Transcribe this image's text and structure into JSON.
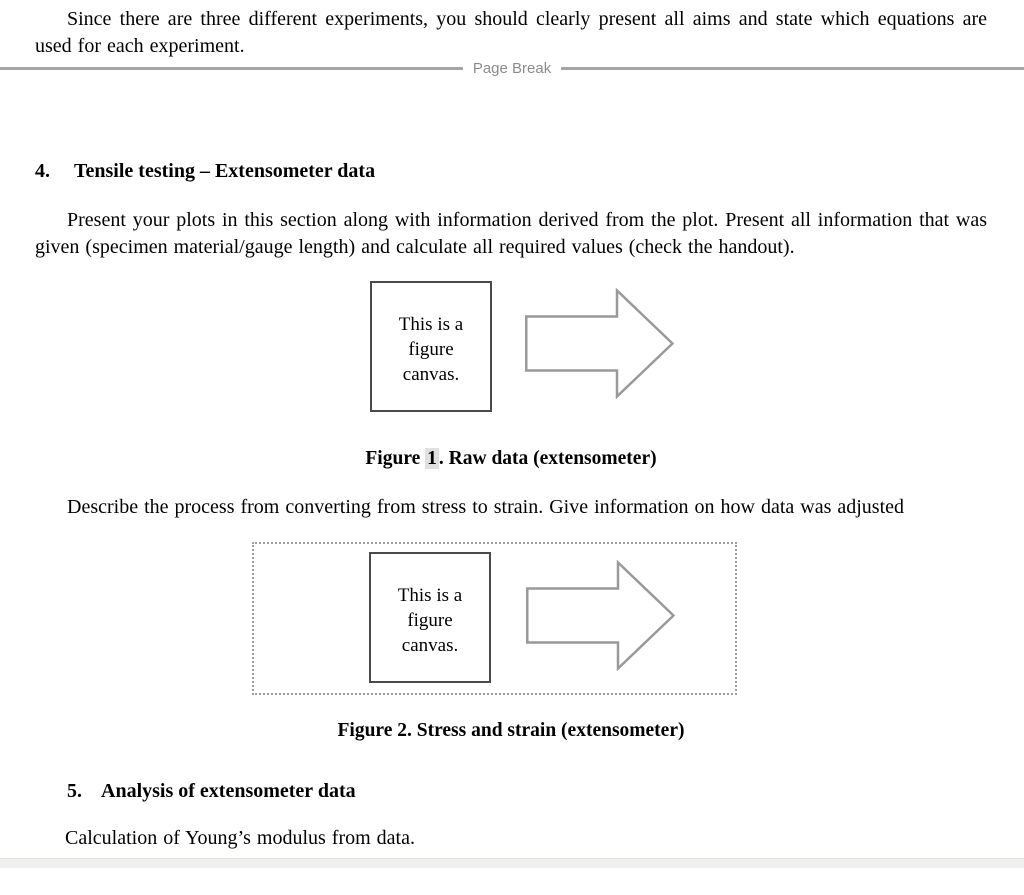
{
  "page": {
    "intro_paragraph": "Since there are three different experiments, you should clearly present all aims and state which equations are used for each experiment.",
    "page_break_label": "Page Break",
    "heading4": {
      "number": "4.",
      "title": "Tensile testing – Extensometer data"
    },
    "para_present": "Present your plots in this section along with information derived from the plot. Present all information that was given (specimen material/gauge length) and calculate all required values (check the handout).",
    "figure_canvas": {
      "lines": [
        "This is a",
        "figure",
        "canvas."
      ]
    },
    "caption1": {
      "prefix": "Figure ",
      "number": "1",
      "suffix": ". Raw data (extensometer)"
    },
    "para_describe": "Describe the process from converting from stress to strain. Give information on how data was adjusted",
    "caption2": {
      "prefix": "Figure ",
      "number": "2",
      "suffix": ". Stress and strain (extensometer)"
    },
    "heading5": {
      "number": "5.",
      "title": "Analysis of extensometer data"
    },
    "para_calculation": "Calculation of Young’s modulus from data."
  },
  "colors": {
    "arrow_outline": "#999999",
    "canvas_box_border": "#4a4a4a",
    "drawing_canvas_border": "#9e9e9e",
    "page_break_line": "#a6a6a6",
    "page_break_text": "#8c8c8c",
    "field_shading": "#e0e0e0",
    "bottom_strip": "#f0f0ef"
  }
}
